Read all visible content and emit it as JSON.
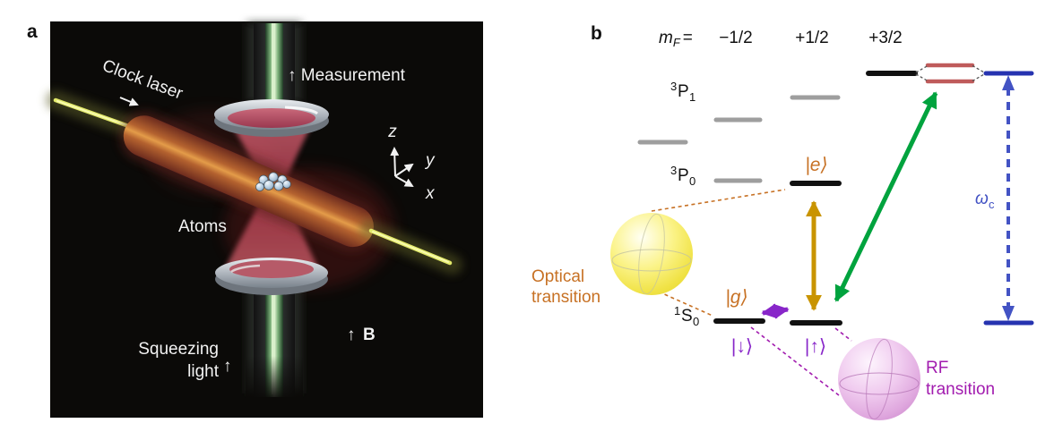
{
  "figure": {
    "panel_a_label": "a",
    "panel_b_label": "b"
  },
  "panel_a": {
    "clock_laser_label": "Clock laser",
    "measurement_label": "↑ Measurement",
    "atoms_label": "Atoms",
    "squeezing_label_line1": "Squeezing",
    "squeezing_label_line2": "light",
    "squeezing_arrow": "↑",
    "b_field_arrow": "↑",
    "b_field_symbol": "B",
    "axes": {
      "z": "z",
      "y": "y",
      "x": "x"
    }
  },
  "panel_b": {
    "header": {
      "quantum_number": "m",
      "quantum_number_sub": "F",
      "equals": "=",
      "col_minus_half": "−1/2",
      "col_plus_half": "+1/2",
      "col_plus_three_half": "+3/2"
    },
    "terms": {
      "p1_sup": "3",
      "p1_letter": "P",
      "p1_sub": "1",
      "p0_sup": "3",
      "p0_letter": "P",
      "p0_sub": "0",
      "s0_sup": "1",
      "s0_letter": "S",
      "s0_sub": "0"
    },
    "states": {
      "excited": "|e⟩",
      "ground": "|g⟩",
      "spin_down": "|↓⟩",
      "spin_up": "|↑⟩"
    },
    "labels": {
      "optical_line1": "Optical",
      "optical_line2": "transition",
      "rf_line1": "RF",
      "rf_line2": "transition",
      "omega": "ω",
      "omega_sub": "c"
    },
    "colors": {
      "optical_orange": "#C77124",
      "rf_purple": "#A21CAF",
      "spin_purple": "#8826C9",
      "gold_arrow": "#C99400",
      "green_arrow": "#00A33E",
      "cavity_blue": "#2633B0",
      "cavity_blue_dash": "#4353C4",
      "level_gray": "#9E9E9E",
      "level_black": "#111111",
      "dressed_red": "#BF5B5B"
    }
  }
}
